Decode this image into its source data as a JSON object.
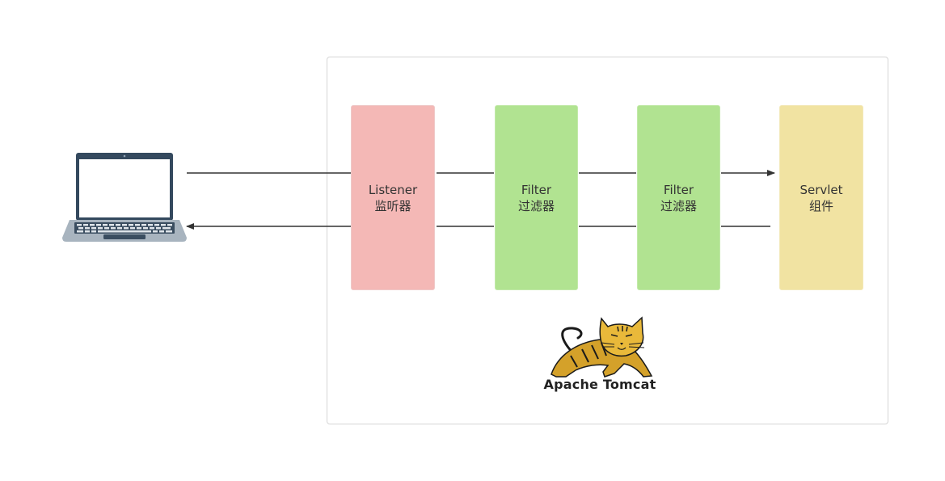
{
  "client": {
    "icon": "laptop-icon"
  },
  "container": {
    "logo": {
      "icon": "tomcat-cat-icon",
      "label": "Apache Tomcat"
    }
  },
  "components": [
    {
      "name": "Listener",
      "subtitle": "监听器",
      "color": "#f4b8b6"
    },
    {
      "name": "Filter",
      "subtitle": "过滤器",
      "color": "#b1e391"
    },
    {
      "name": "Filter",
      "subtitle": "过滤器",
      "color": "#b1e391"
    },
    {
      "name": "Servlet",
      "subtitle": "组件",
      "color": "#f1e3a2"
    }
  ],
  "flows": {
    "request": "client-to-servlet",
    "response": "servlet-to-client"
  },
  "colors": {
    "arrow": "#333333",
    "container_border": "#d6d6d6"
  }
}
